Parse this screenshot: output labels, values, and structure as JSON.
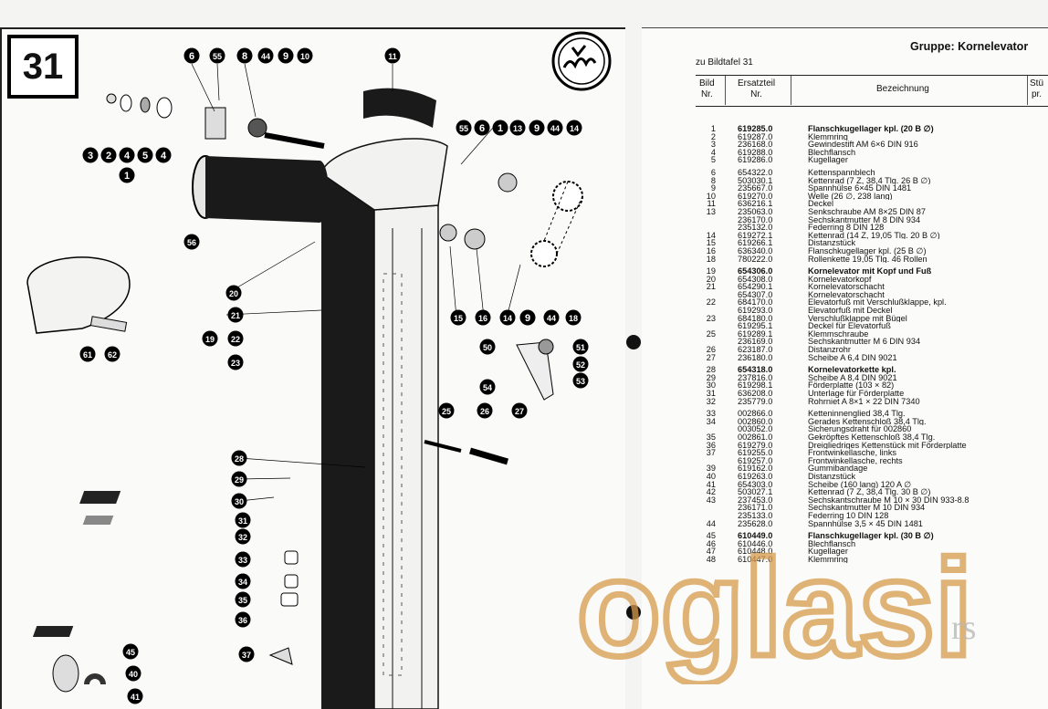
{
  "plate": {
    "number": "31"
  },
  "header": {
    "group": "Gruppe: Kornelevator",
    "zu_bildtafel": "zu Bildtafel 31",
    "col_bild": [
      "Bild",
      "Nr."
    ],
    "col_teil": [
      "Ersatzteil",
      "Nr."
    ],
    "col_bez": "Bezeichnung",
    "col_stueck": [
      "Stü",
      "pr."
    ]
  },
  "watermark": {
    "text": "oglasi",
    "suffix": "rs"
  },
  "callouts": [
    "6",
    "55",
    "8",
    "44",
    "9",
    "10",
    "11",
    "3",
    "2",
    "4",
    "5",
    "4",
    "1",
    "55",
    "6",
    "1",
    "13",
    "9",
    "44",
    "14",
    "56",
    "20",
    "21",
    "19",
    "22",
    "23",
    "16",
    "15",
    "14",
    "9",
    "44",
    "18",
    "61",
    "62",
    "50",
    "51",
    "52",
    "53",
    "54",
    "25",
    "26",
    "27",
    "28",
    "29",
    "30",
    "31",
    "32",
    "33",
    "34",
    "35",
    "36",
    "37",
    "45",
    "40",
    "41"
  ],
  "parts": [
    {
      "bild": "1",
      "teil": "619285.0",
      "bez": "Flanschkugellager kpl. (20 B ∅)",
      "bold": true
    },
    {
      "bild": "2",
      "teil": "619287.0",
      "bez": "Klemmring"
    },
    {
      "bild": "3",
      "teil": "236168.0",
      "bez": "Gewindestift AM 6×6 DIN 916"
    },
    {
      "bild": "4",
      "teil": "619288.0",
      "bez": "Blechflansch"
    },
    {
      "bild": "5",
      "teil": "619286.0",
      "bez": "Kugellager"
    },
    {
      "gap": true
    },
    {
      "bild": "6",
      "teil": "654322.0",
      "bez": "Kettenspannblech"
    },
    {
      "bild": "8",
      "teil": "503030.1",
      "bez": "Kettenrad (7 Z, 38,4 Tlg. 26 B ∅)"
    },
    {
      "bild": "9",
      "teil": "235667.0",
      "bez": "Spannhülse 6×45 DIN 1481"
    },
    {
      "bild": "10",
      "teil": "619270.0",
      "bez": "Welle (26 ∅, 238 lang)"
    },
    {
      "bild": "11",
      "teil": "636216.1",
      "bez": "Deckel"
    },
    {
      "bild": "13",
      "teil": "235063.0",
      "bez": "Senkschraube AM 8×25 DIN 87"
    },
    {
      "bild": "",
      "teil": "236170.0",
      "bez": "Sechskantmutter M 8 DIN 934"
    },
    {
      "bild": "",
      "teil": "235132.0",
      "bez": "Federring 8 DIN 128"
    },
    {
      "bild": "14",
      "teil": "619272.1",
      "bez": "Kettenrad (14 Z, 19,05 Tlg. 20 B ∅)"
    },
    {
      "bild": "15",
      "teil": "619266.1",
      "bez": "Distanzstück"
    },
    {
      "bild": "16",
      "teil": "636340.0",
      "bez": "Flanschkugellager kpl. (25 B ∅)"
    },
    {
      "bild": "18",
      "teil": "780222.0",
      "bez": "Rollenkette 19,05 Tlg. 46 Rollen"
    },
    {
      "gap": true
    },
    {
      "bild": "19",
      "teil": "654306.0",
      "bez": "Kornelevator mit Kopf und Fuß",
      "bold": true
    },
    {
      "bild": "20",
      "teil": "654308.0",
      "bez": "Kornelevatorkopf"
    },
    {
      "bild": "21",
      "teil": "654290.1",
      "bez": "Kornelevatorschacht"
    },
    {
      "bild": "",
      "teil": "654307.0",
      "bez": "Kornelevatorschacht"
    },
    {
      "bild": "22",
      "teil": "684170.0",
      "bez": "Elevatorfuß mit Verschlußklappe, kpl."
    },
    {
      "bild": "",
      "teil": "619293.0",
      "bez": "Elevatorfuß mit Deckel"
    },
    {
      "bild": "23",
      "teil": "684180.0",
      "bez": "Verschlußklappe mit Bügel"
    },
    {
      "bild": "",
      "teil": "619295.1",
      "bez": "Deckel für Elevatorfuß"
    },
    {
      "bild": "25",
      "teil": "619289.1",
      "bez": "Klemmschraube"
    },
    {
      "bild": "",
      "teil": "236169.0",
      "bez": "Sechskantmutter M 6 DIN 934"
    },
    {
      "bild": "26",
      "teil": "623187.0",
      "bez": "Distanzrohr"
    },
    {
      "bild": "27",
      "teil": "236180.0",
      "bez": "Scheibe A 6,4 DIN 9021"
    },
    {
      "gap": true
    },
    {
      "bild": "28",
      "teil": "654318.0",
      "bez": "Kornelevatorkette kpl.",
      "bold": true
    },
    {
      "bild": "29",
      "teil": "237816.0",
      "bez": "Scheibe A 8,4 DIN 9021"
    },
    {
      "bild": "30",
      "teil": "619298.1",
      "bez": "Förderplatte (103 × 82)"
    },
    {
      "bild": "31",
      "teil": "636208.0",
      "bez": "Unterlage für Förderplatte"
    },
    {
      "bild": "32",
      "teil": "235779.0",
      "bez": "Rohrniet A 8×1 × 22 DIN 7340"
    },
    {
      "gap": true
    },
    {
      "bild": "33",
      "teil": "002866.0",
      "bez": "Ketteninnenglied 38,4 Tlg."
    },
    {
      "bild": "34",
      "teil": "002860.0",
      "bez": "Gerades Kettenschloß 38,4 Tlg."
    },
    {
      "bild": "",
      "teil": "003052.0",
      "bez": "Sicherungsdraht für 002860"
    },
    {
      "bild": "35",
      "teil": "002861.0",
      "bez": "Gekröpftes Kettenschloß 38,4 Tlg."
    },
    {
      "bild": "36",
      "teil": "619279.0",
      "bez": "Dreigliedriges Kettenstück mit Förderplatte"
    },
    {
      "bild": "37",
      "teil": "619255.0",
      "bez": "Frontwinkellasche, links"
    },
    {
      "bild": "",
      "teil": "619257.0",
      "bez": "Frontwinkellasche, rechts"
    },
    {
      "bild": "39",
      "teil": "619162.0",
      "bez": "Gummibandage"
    },
    {
      "bild": "40",
      "teil": "619263.0",
      "bez": "Distanzstück"
    },
    {
      "bild": "41",
      "teil": "654303.0",
      "bez": "Scheibe (160 lang) 120 A ∅"
    },
    {
      "bild": "42",
      "teil": "503027.1",
      "bez": "Kettenrad (7 Z, 38,4 Tlg. 30 B ∅)"
    },
    {
      "bild": "43",
      "teil": "237453.0",
      "bez": "Sechskantschraube M 10 × 30 DIN 933-8.8"
    },
    {
      "bild": "",
      "teil": "236171.0",
      "bez": "Sechskantmutter M 10 DIN 934"
    },
    {
      "bild": "",
      "teil": "235133.0",
      "bez": "Federring 10 DIN 128"
    },
    {
      "bild": "44",
      "teil": "235628.0",
      "bez": "Spannhülse 3,5 × 45 DIN 1481"
    },
    {
      "gap": true
    },
    {
      "bild": "45",
      "teil": "610449.0",
      "bez": "Flanschkugellager kpl. (30 B ∅)",
      "bold": true
    },
    {
      "bild": "46",
      "teil": "610446.0",
      "bez": "Blechflansch"
    },
    {
      "bild": "47",
      "teil": "610448.0",
      "bez": "Kugellager"
    },
    {
      "bild": "48",
      "teil": "610447.0",
      "bez": "Klemmring"
    }
  ]
}
